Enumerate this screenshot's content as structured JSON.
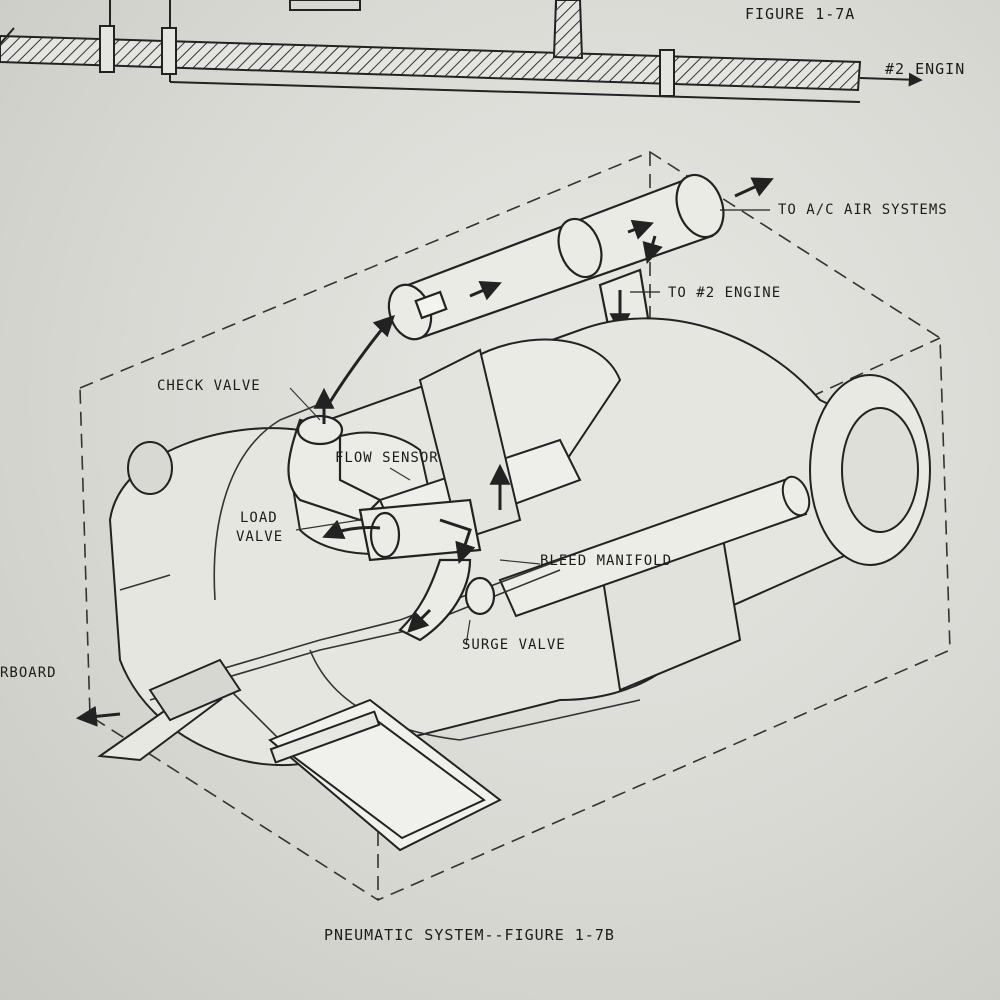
{
  "figure_top_caption": "FIGURE 1-7A",
  "engine2_top_label": "#2 ENGIN",
  "labels": {
    "to_ac_air_systems": "TO A/C AIR SYSTEMS",
    "to_2_engine": "TO #2 ENGINE",
    "check_valve": "CHECK VALVE",
    "flow_sensor": "FLOW SENSOR",
    "load_valve_line1": "LOAD",
    "load_valve_line2": "VALVE",
    "bleed_manifold": "BLEED MANIFOLD",
    "surge_valve": "SURGE VALVE",
    "board_partial": "RBOARD"
  },
  "figure_bottom_caption": "PNEUMATIC SYSTEM--FIGURE 1-7B"
}
